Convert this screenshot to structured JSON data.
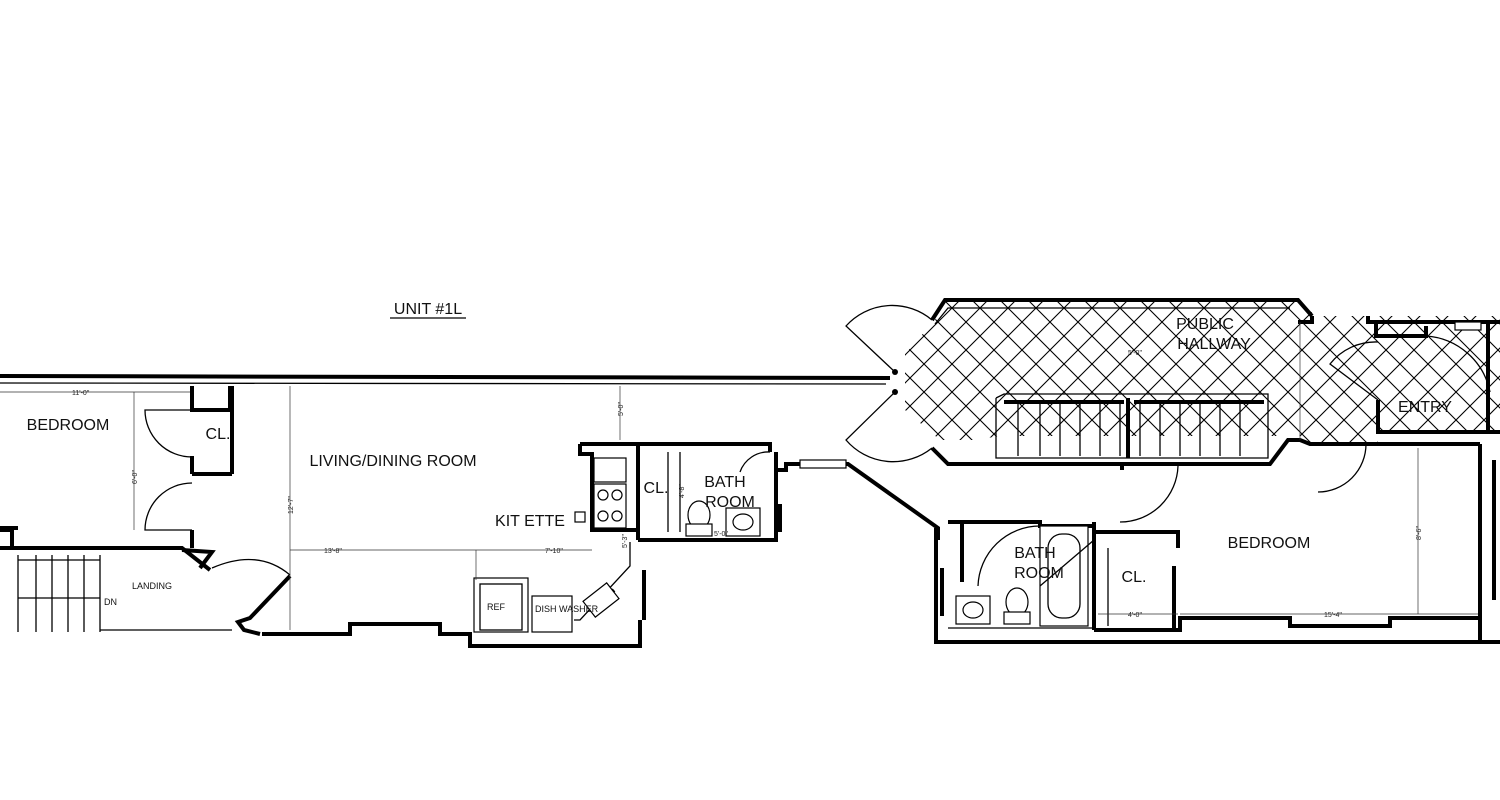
{
  "plan": {
    "unit_title": "UNIT #1L",
    "rooms": {
      "bedroom_left": "BEDROOM",
      "closet_left": "CL.",
      "living_dining": "LIVING/DINING ROOM",
      "kitchenette": "KIT ETTE",
      "closet_mid": "CL.",
      "bath_left_line1": "BATH",
      "bath_left_line2": "ROOM",
      "landing": "LANDING",
      "stair_dn": "DN",
      "public_hallway_line1": "PUBLIC",
      "public_hallway_line2": "HALLWAY",
      "entry": "ENTRY",
      "bath_right_line1": "BATH",
      "bath_right_line2": "ROOM",
      "closet_right": "CL.",
      "bedroom_right": "BEDROOM"
    },
    "appliances": {
      "refrigerator": "REF",
      "dishwasher": "DISH WASHER"
    },
    "dimensions": {
      "bedroom_width": "11'-0\"",
      "bedroom_depth": "6'-0\"",
      "living_depth": "12'-7\"",
      "living_width": "13'-8\"",
      "kitchen_width": "7'-10\"",
      "living_top": "5'-0\"",
      "kitchen_depth": "5'-3\"",
      "closet_depth": "4'-8\"",
      "bath_width": "5'-0\"",
      "hallway_width": "5'-0\"",
      "rear_bath_width": "4'-0\"",
      "rear_bedroom_width": "15'-4\"",
      "rear_bedroom_depth": "8'-6\""
    }
  }
}
